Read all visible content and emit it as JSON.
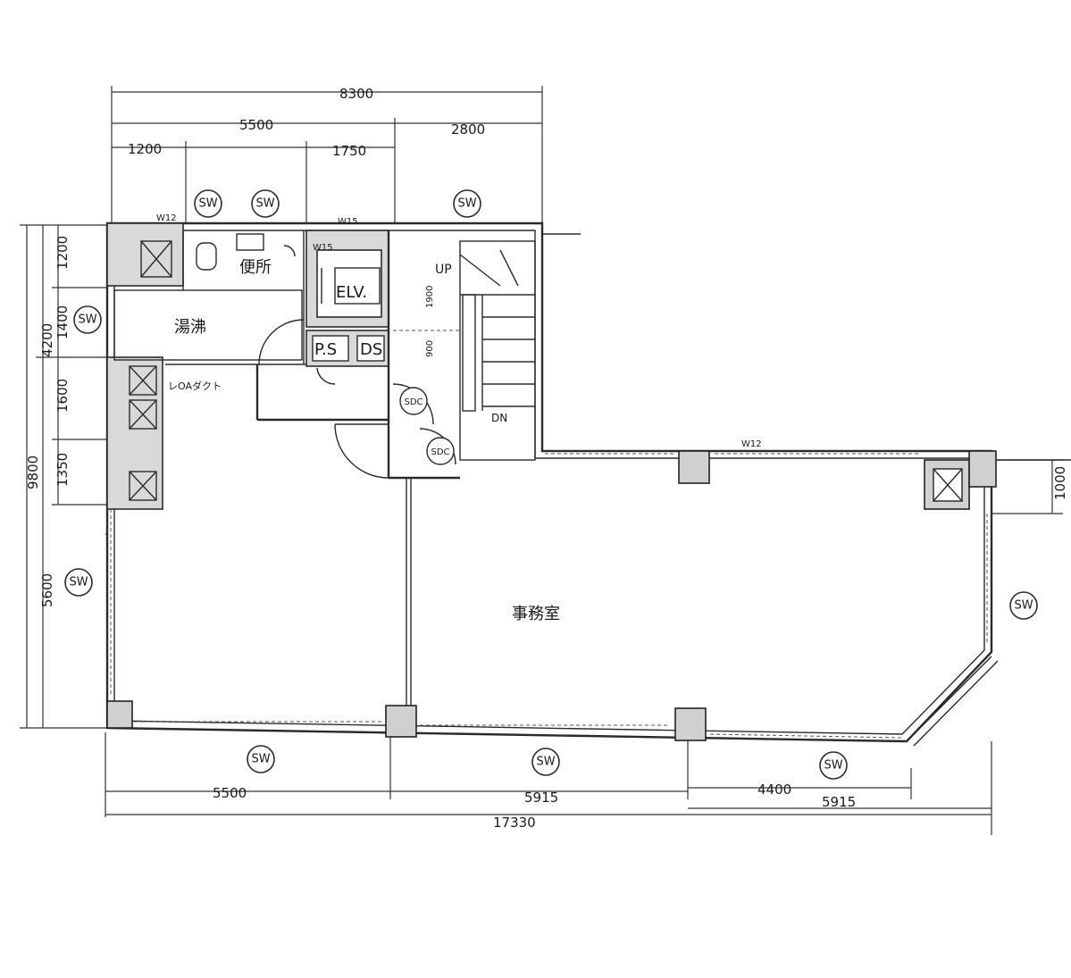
{
  "dimensions": {
    "top_total": "8300",
    "top_left": "5500",
    "top_right": "2800",
    "top_a": "1200",
    "top_b": "1750",
    "left_total": "9800",
    "left_upper": "4200",
    "left_lower": "5600",
    "left_a": "1200",
    "left_b": "1400",
    "left_c": "1600",
    "left_d": "1350",
    "left_e": "1000",
    "bottom_left": "5500",
    "bottom_mid": "5915",
    "bottom_total": "17330",
    "bottom_right_a": "4400",
    "bottom_right_b": "5915",
    "right_a": "1000"
  },
  "labels": {
    "toilet": "便所",
    "kitchen": "湯沸",
    "elevator": "ELV.",
    "ps": "P.S",
    "ds": "DS",
    "oa_duct": "レOAダクト",
    "up": "UP",
    "dn": "DN",
    "office": "事務室",
    "sdc_1": "SDC",
    "sdc_2": "SDC",
    "stair_1900": "1900",
    "stair_900": "900",
    "w12_top": "W12",
    "w15_top": "W15",
    "w15_elv": "W15",
    "w12_east": "W12"
  },
  "sw_markers": [
    "SW",
    "SW",
    "SW",
    "SW",
    "SW",
    "SW",
    "SW",
    "SW",
    "SW"
  ]
}
